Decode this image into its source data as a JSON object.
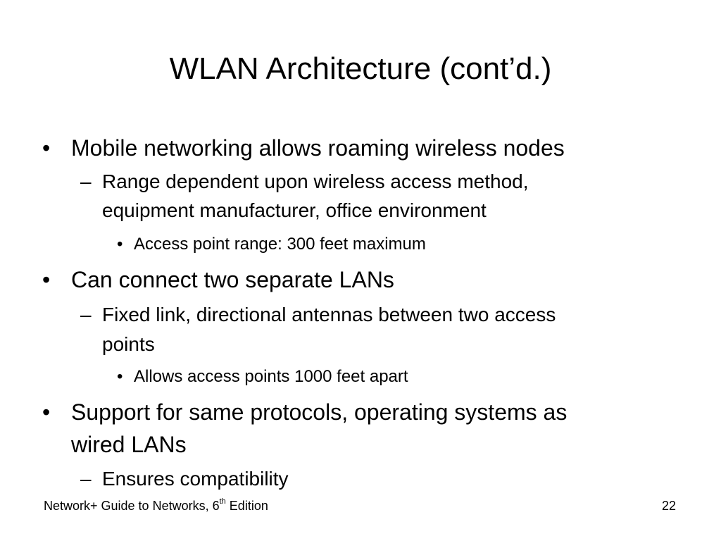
{
  "slide": {
    "title": "WLAN Architecture (cont’d.)",
    "bullets": {
      "b1": {
        "marker": "•",
        "text": "Mobile networking allows roaming wireless nodes"
      },
      "b1_1": {
        "marker": "–",
        "line1": "Range dependent upon wireless access method,",
        "line2": "equipment manufacturer, office environment"
      },
      "b1_1_1": {
        "marker": "•",
        "text": "Access point range: 300 feet maximum"
      },
      "b2": {
        "marker": "•",
        "text": "Can connect two separate LANs"
      },
      "b2_1": {
        "marker": "–",
        "line1": "Fixed link, directional antennas between two access",
        "line2": "points"
      },
      "b2_1_1": {
        "marker": "•",
        "text": "Allows access points 1000 feet apart"
      },
      "b3": {
        "marker": "•",
        "line1": "Support for same protocols, operating systems as",
        "line2": "wired LANs"
      },
      "b3_1": {
        "marker": "–",
        "text": "Ensures compatibility"
      }
    }
  },
  "footer": {
    "book_prefix": "Network+ Guide to Networks, 6",
    "book_superscript": "th",
    "book_suffix": " Edition",
    "page_number": "22"
  }
}
